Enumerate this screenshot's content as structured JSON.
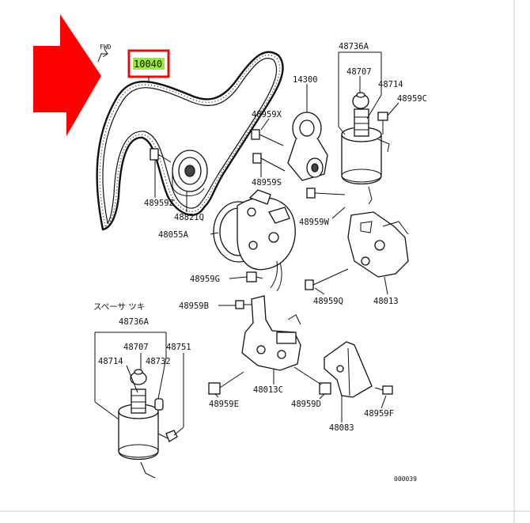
{
  "fwd_label": "FWD",
  "highlight": {
    "code": "10040",
    "box_color": "#e01010",
    "fill_color": "#9be83a"
  },
  "arrow_color": "#ff0000",
  "spacer_note": "スペーサ ツキ",
  "footer_code": "000039",
  "labels": {
    "p48736A_top": "48736A",
    "p48707_top": "48707",
    "p48714_top": "48714",
    "p48959C": "48959C",
    "p14300": "14300",
    "p48959X": "48959X",
    "p48959S": "48959S",
    "p48959Z": "48959Z",
    "p48821Q": "48821Q",
    "p48055A": "48055A",
    "p48959W": "48959W",
    "p48959G": "48959G",
    "p48959B": "48959B",
    "p48959Q": "48959Q",
    "p48013": "48013",
    "p48736A_low": "48736A",
    "p48707_low": "48707",
    "p48751": "48751",
    "p48714_low": "48714",
    "p48732": "48732",
    "p48013C": "48013C",
    "p48959E": "48959E",
    "p48959D": "48959D",
    "p48959F": "48959F",
    "p48083": "48083"
  }
}
